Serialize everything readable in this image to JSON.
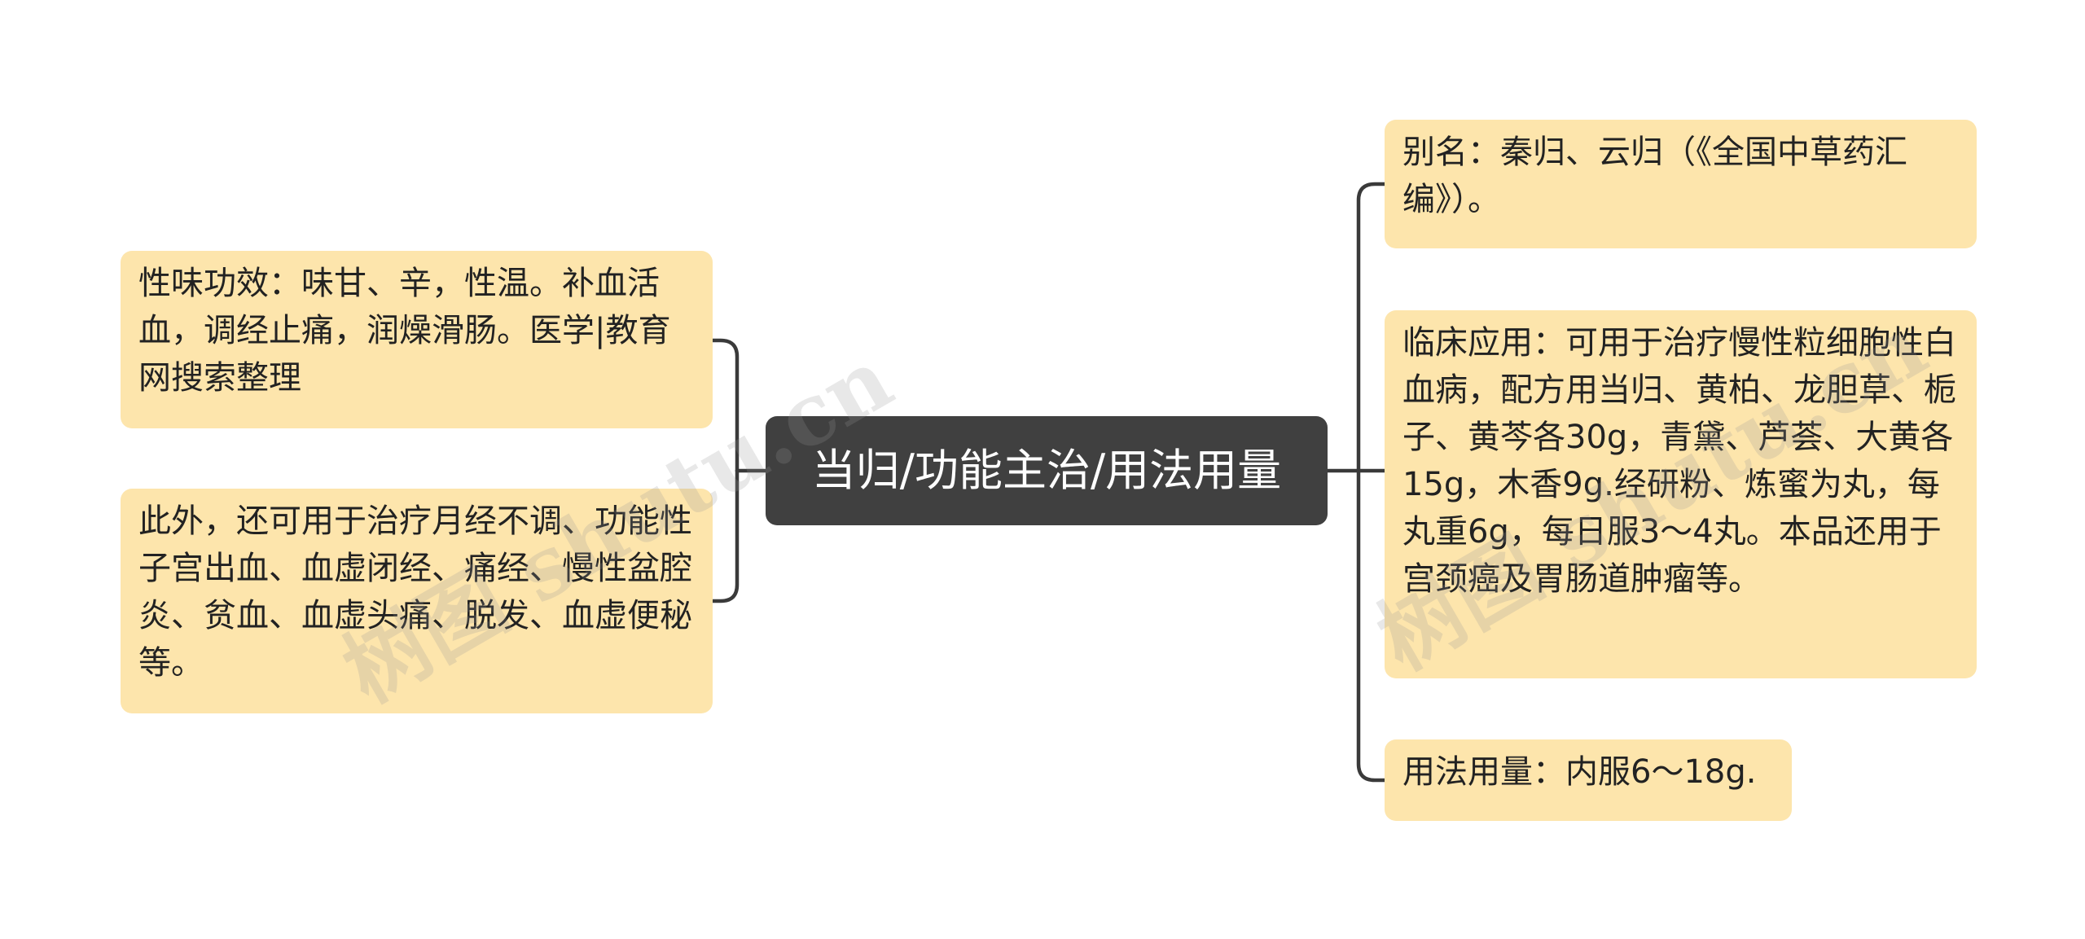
{
  "root": {
    "label": "当归/功能主治/用法用量"
  },
  "left_nodes": [
    {
      "text": "性味功效：味甘、辛，性温。补血活血，调经止痛，润燥滑肠。医学|教育网搜索整理"
    },
    {
      "text": "此外，还可用于治疗月经不调、功能性子宫出血、血虚闭经、痛经、慢性盆腔炎、贫血、血虚头痛、脱发、血虚便秘等。"
    }
  ],
  "right_nodes": [
    {
      "text": "别名：秦归、云归（《全国中草药汇编》）。"
    },
    {
      "text": "临床应用：可用于治疗慢性粒细胞性白血病，配方用当归、黄柏、龙胆草、栀子、黄芩各30g，青黛、芦荟、大黄各15g，木香9g.经研粉、炼蜜为丸，每丸重6g，每日服3～4丸。本品还用于宫颈癌及胃肠道肿瘤等。"
    },
    {
      "text": "用法用量：内服6～18g."
    }
  ],
  "watermarks": [
    "树图 shutu.cn",
    "树图 shutu.cn"
  ],
  "colors": {
    "root_bg": "#404040",
    "node_bg": "#fde5ac",
    "line": "#3a3a3a"
  }
}
